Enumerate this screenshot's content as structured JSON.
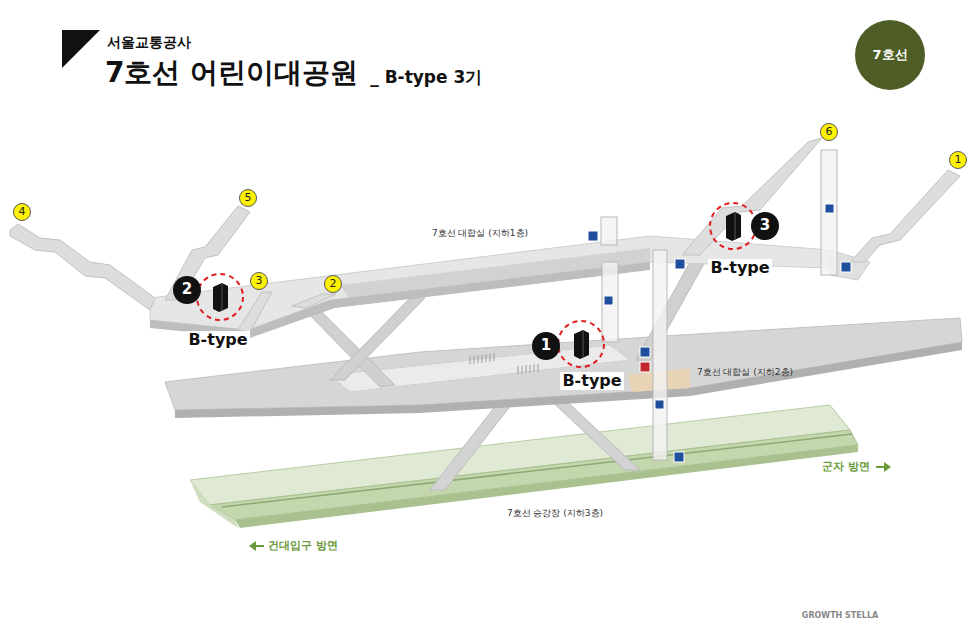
{
  "diagram": {
    "title": "7호선 어린이대공원",
    "nodes": [
      {
        "text": [
          "7호선"
        ]
      },
      {
        "text": [
          "6"
        ]
      },
      {
        "text": [
          "1"
        ]
      },
      {
        "text": [
          "4"
        ]
      },
      {
        "text": [
          "5"
        ]
      },
      {
        "text": [
          "3"
        ]
      },
      {
        "text": [
          "3"
        ]
      },
      {
        "text": [
          "2"
        ]
      },
      {
        "text": [
          "2"
        ]
      },
      {
        "text": [
          "1"
        ]
      }
    ],
    "labels": [
      "서울교통공사",
      "_ B-type 3기",
      "B-type",
      "7호선 대합실 (지하1층)",
      "B-type",
      "B-type",
      "7호선 대합실 (지하2층)",
      "군자 방면",
      "7호선 승강장 (지하3층)",
      "건대입구 방면",
      "GROWTH STELLA"
    ]
  }
}
